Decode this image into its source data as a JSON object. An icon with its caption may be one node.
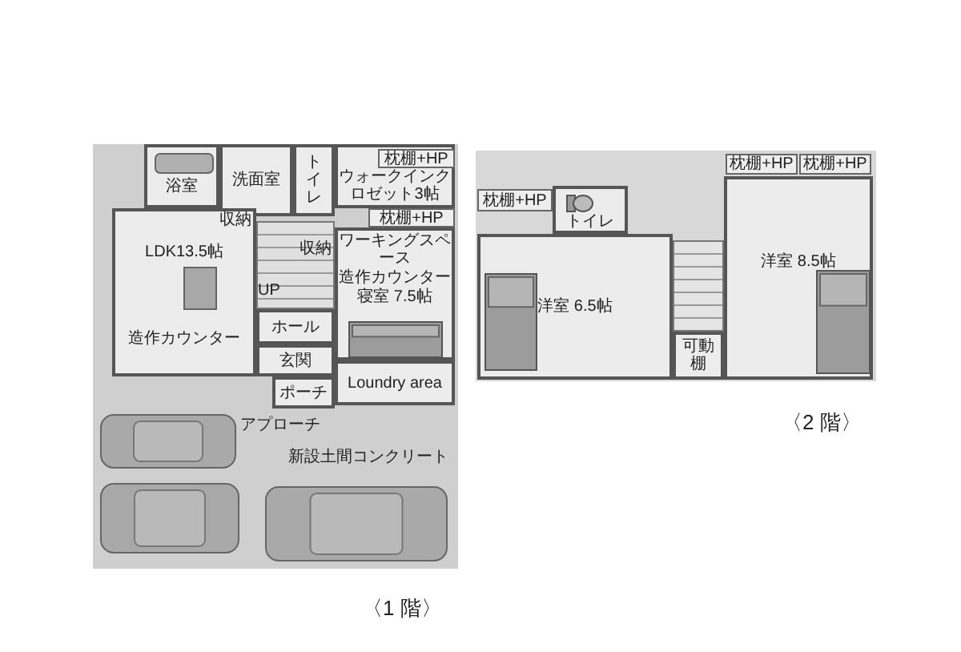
{
  "diagram": {
    "nodes": [
      {
        "text": [],
        "shape": "box",
        "beside": [
          "〈1 階〉"
        ]
      },
      {
        "text": [
          "浴室"
        ],
        "in": 0
      },
      {
        "text": [
          "洗面室"
        ],
        "in": 0
      },
      {
        "text": [
          "トイレ"
        ],
        "in": 0
      },
      {
        "text": [
          "ウォークインクロゼット3帖"
        ],
        "in": 0
      },
      {
        "text": [
          "枕棚+HP"
        ],
        "in": 4
      },
      {
        "text": [
          "枕棚+HP"
        ],
        "in": 0
      },
      {
        "text": [
          "ワーキングスペース",
          "造作カウンター",
          "寝室 7.5帖"
        ],
        "in": 0
      },
      {
        "text": [
          "LDK13.5帖",
          "造作カウンター"
        ],
        "in": 0
      },
      {
        "text": [
          "ホール"
        ],
        "in": 0
      },
      {
        "text": [
          "玄関"
        ],
        "in": 0
      },
      {
        "text": [
          "ポーチ"
        ],
        "in": 0
      },
      {
        "text": [
          "Loundry area"
        ],
        "in": 0
      },
      {
        "text": [],
        "shape": "box",
        "beside": [
          "〈2 階〉"
        ]
      },
      {
        "text": [
          "枕棚+HP"
        ],
        "in": 13
      },
      {
        "text": [
          "トイレ"
        ],
        "in": 13
      },
      {
        "text": [
          "洋室 6.5帖"
        ],
        "in": 13
      },
      {
        "text": [
          "可動棚"
        ],
        "in": 13
      },
      {
        "text": [
          "洋室 8.5帖"
        ],
        "in": 13
      },
      {
        "text": [
          "枕棚+HP"
        ],
        "in": 13
      },
      {
        "text": [
          "枕棚+HP"
        ],
        "in": 13
      }
    ],
    "labels": [
      "収納",
      "収納",
      "UP",
      "アプローチ",
      "新設土間コンクリート"
    ]
  }
}
